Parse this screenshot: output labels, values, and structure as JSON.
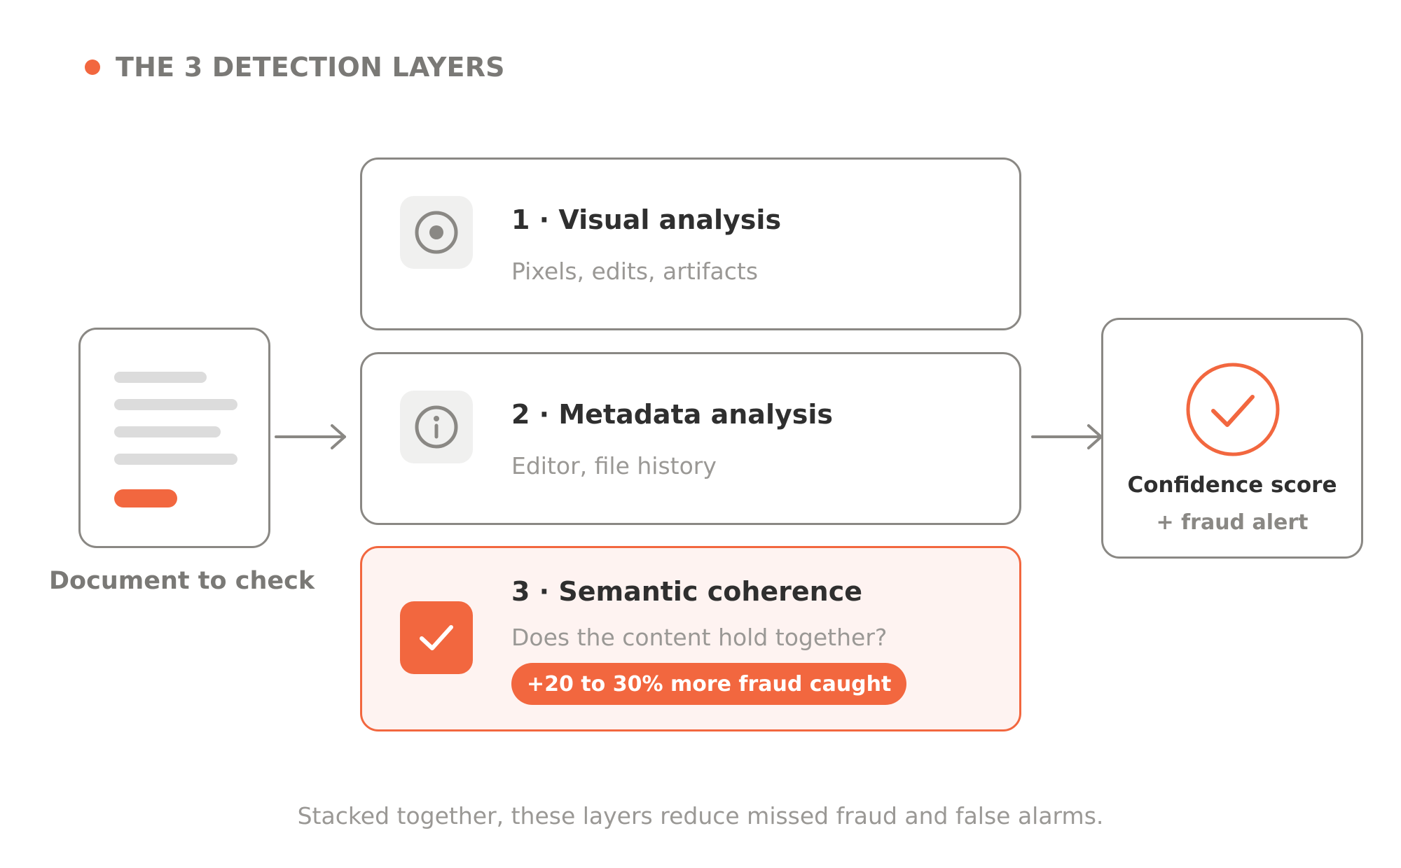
{
  "header": {
    "title": "THE 3 DETECTION LAYERS"
  },
  "input": {
    "label": "Document to check",
    "icon": "document-icon"
  },
  "layers": [
    {
      "title": "1 · Visual analysis",
      "subtitle": "Pixels, edits, artifacts",
      "icon": "target-icon"
    },
    {
      "title": "2 · Metadata analysis",
      "subtitle": "Editor, file history",
      "icon": "info-icon"
    },
    {
      "title": "3 · Semantic coherence",
      "subtitle": "Does the content hold together?",
      "badge": "+20 to 30% more fraud caught",
      "icon": "checkmark-icon",
      "highlighted": true
    }
  ],
  "output": {
    "title": "Confidence score",
    "subtitle": "+ fraud alert",
    "icon": "check-circle-icon"
  },
  "footer": {
    "text": "Stacked together, these layers reduce missed fraud and false alarms."
  },
  "colors": {
    "accent": "#F2673F",
    "border": "#8a8884",
    "highlight_bg": "#FEF3F1"
  }
}
